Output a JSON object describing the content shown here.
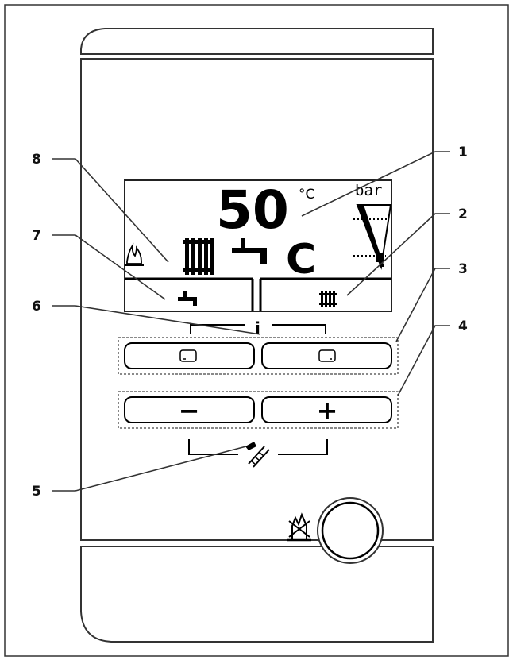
{
  "display": {
    "temperature": "50",
    "temp_unit": "°C",
    "pressure_unit": "bar",
    "mode_letter": "C",
    "info_label": "i"
  },
  "keys": {
    "minus_label": "−",
    "plus_label": "+"
  },
  "callouts": [
    "1",
    "2",
    "3",
    "4",
    "5",
    "6",
    "7",
    "8"
  ],
  "icons": {
    "flame": "flame-icon",
    "radiator": "radiator-icon",
    "tap": "tap-icon",
    "chimney_sweep": "chimney-sweep-icon",
    "reset": "reset-flame-icon"
  }
}
